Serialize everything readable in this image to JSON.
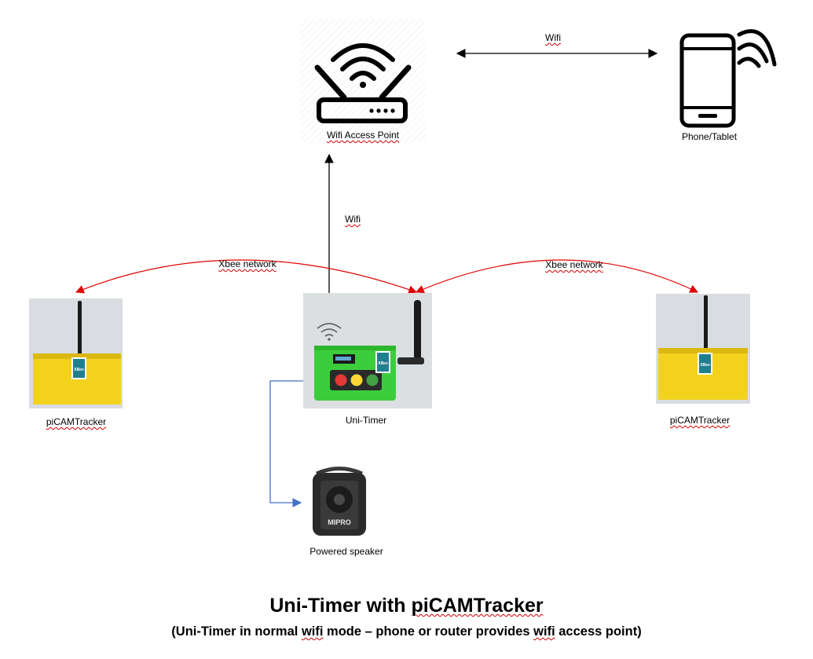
{
  "labels": {
    "access_point": "Wifi Access Point",
    "phone": "Phone/Tablet",
    "wifi_top": "Wifi",
    "wifi_vertical": "Wifi",
    "xbee_left": "Xbee network",
    "xbee_right": "Xbee network",
    "tracker_left": "piCAMTracker",
    "tracker_right": "piCAMTracker",
    "unitimer": "Uni-Timer",
    "speaker": "Powered speaker",
    "xbee_badge": "XBee",
    "speaker_brand": "MIPRO"
  },
  "title": {
    "prefix": "Uni-Timer with ",
    "product": "piCAMTracker"
  },
  "subtitle": {
    "part1": "(Uni-Timer in normal ",
    "wifi1": "wifi",
    "part2": " mode – phone or router provides ",
    "wifi2": "wifi",
    "part3": " access point)"
  },
  "colors": {
    "wifi_arrow": "#000000",
    "xbee_arrow": "#e00000",
    "audio_line": "#4472c4",
    "enclosure_yellow": "#f3d21e",
    "unitimer_green": "#3ccd3c"
  }
}
